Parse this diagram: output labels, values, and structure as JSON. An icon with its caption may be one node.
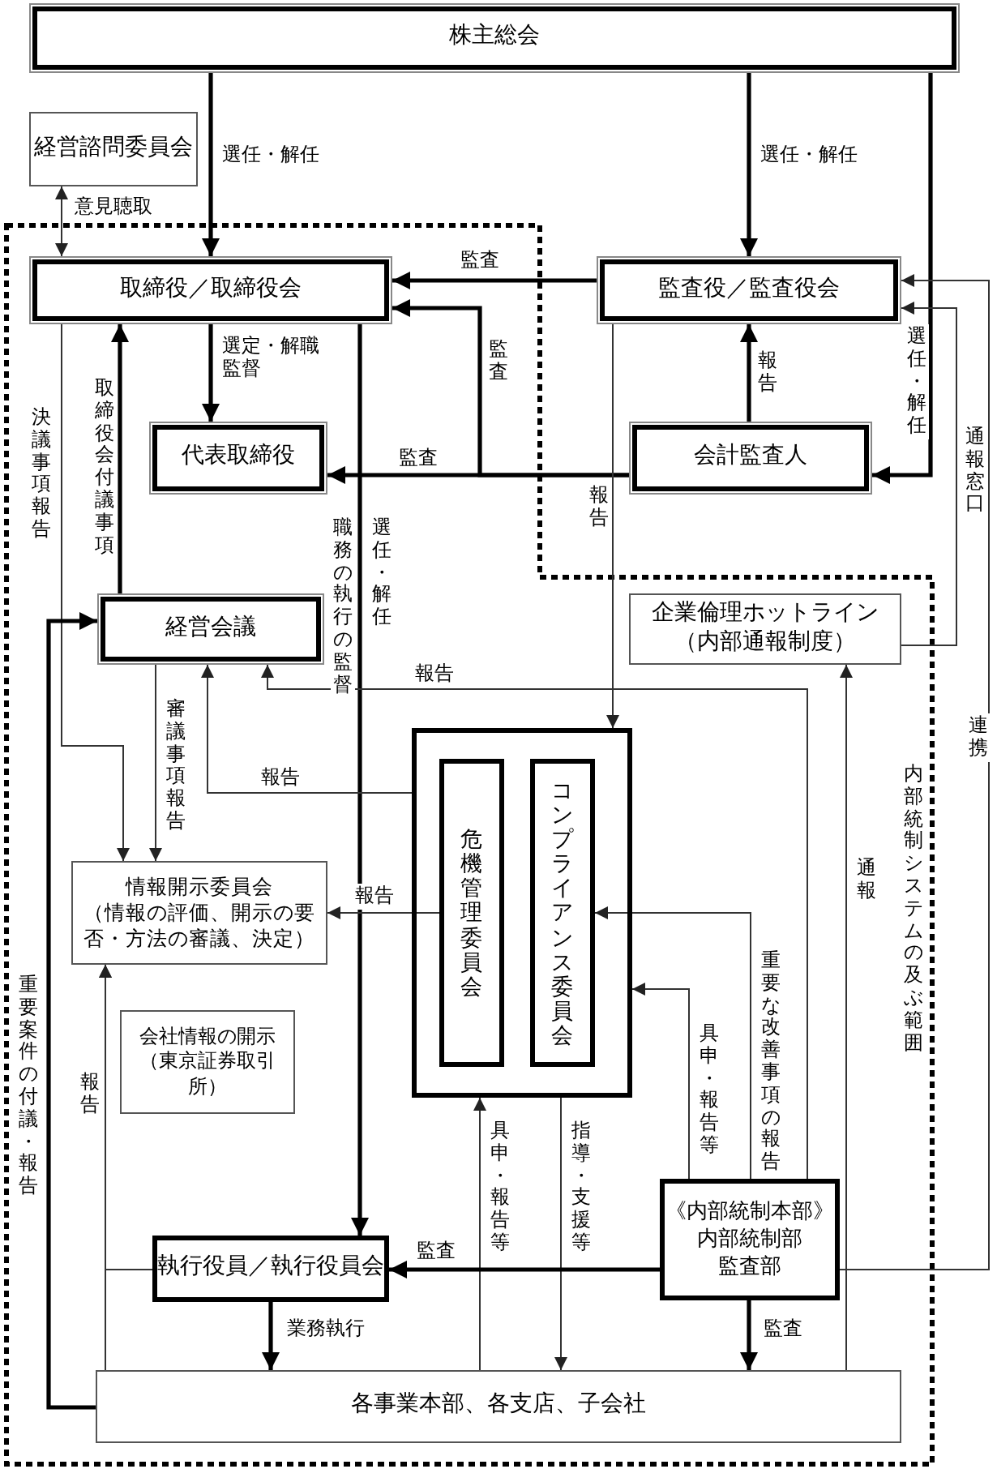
{
  "diagram": {
    "nodes": [
      {
        "text": [
          "株主総会"
        ]
      },
      {
        "text": [
          "経営諮問委員会"
        ]
      },
      {
        "text": [
          "取締役／取締役会"
        ]
      },
      {
        "text": [
          "監査役／監査役会"
        ]
      },
      {
        "text": [
          "代表取締役"
        ]
      },
      {
        "text": [
          "会計監査人"
        ]
      },
      {
        "text": [
          "企業倫理ホットライン",
          "（内部通報制度）"
        ]
      },
      {
        "text": [
          "経営会議"
        ]
      },
      {
        "text": [],
        "shape": "box"
      },
      {
        "text": [
          "危機管理委員会"
        ],
        "in": 8
      },
      {
        "text": [
          "コンプライアンス委員会"
        ],
        "in": 8
      },
      {
        "text": [
          "情報開示委員会",
          "（情報の評価、開示の要否・方法の審議、決定）"
        ]
      },
      {
        "text": [
          "会社情報の開示",
          "（東京証券取引所）"
        ]
      },
      {
        "text": [
          "執行役員／執行役員会"
        ]
      },
      {
        "text": [
          "《内部統制本部》",
          "内部統制部",
          "監査部"
        ]
      },
      {
        "text": [
          "各事業本部、各支店、子会社"
        ]
      }
    ],
    "edges": [
      {
        "from": 0,
        "to": 2,
        "arrow": "to",
        "label": "選任・解任",
        "style": "thick"
      },
      {
        "from": 0,
        "to": 3,
        "arrow": "to",
        "label": "選任・解任",
        "style": "thick"
      },
      {
        "from": 0,
        "to": 5,
        "arrow": "to",
        "label": "選任・解任",
        "style": "thick"
      },
      {
        "from": 1,
        "to": 2,
        "arrow": "both",
        "label": "意見聴取"
      },
      {
        "from": 3,
        "to": 2,
        "arrow": "to",
        "label": "監査",
        "style": "thick"
      },
      {
        "from": 5,
        "to": 4,
        "arrow": "to",
        "label": "監査",
        "style": "thick"
      },
      {
        "from": 5,
        "to": 2,
        "arrow": "to",
        "label": "監査",
        "style": "thick"
      },
      {
        "from": 5,
        "to": 3,
        "arrow": "to",
        "label": "報告",
        "style": "thick"
      },
      {
        "from": 2,
        "to": 4,
        "arrow": "to",
        "label": "選定・解職監督",
        "style": "thick"
      },
      {
        "from": 7,
        "to": 2,
        "arrow": "to",
        "label": "取締役会付議事項",
        "style": "thick"
      },
      {
        "from": 2,
        "to": 13,
        "arrow": "to",
        "label": "選任・解任",
        "style": "thick"
      },
      {
        "from": 2,
        "to": 11,
        "arrow": "to",
        "label": "決議事項報告"
      },
      {
        "from": 7,
        "to": 11,
        "arrow": "to",
        "label": "審議事項報告"
      },
      {
        "from": 3,
        "to": 8,
        "arrow": "to",
        "label": "報告"
      },
      {
        "from": 8,
        "to": 7,
        "arrow": "to",
        "label": "報告"
      },
      {
        "from": 14,
        "to": 7,
        "arrow": "to",
        "label": "報告"
      },
      {
        "from": 9,
        "to": 11,
        "arrow": "to",
        "label": "報告"
      },
      {
        "from": 14,
        "to": 10,
        "arrow": "to",
        "label": "重要な改善事項の報告"
      },
      {
        "from": 14,
        "to": 8,
        "arrow": "to",
        "label": "具申・報告等"
      },
      {
        "from": 15,
        "to": 8,
        "arrow": "to",
        "label": "具申・報告等"
      },
      {
        "from": 8,
        "to": 15,
        "arrow": "to",
        "label": "指導・支援等"
      },
      {
        "from": 14,
        "to": 13,
        "arrow": "to",
        "label": "監査",
        "style": "thick"
      },
      {
        "from": 14,
        "to": 15,
        "arrow": "to",
        "label": "監査",
        "style": "thick"
      },
      {
        "from": 13,
        "to": 15,
        "arrow": "to",
        "label": "業務執行",
        "style": "thick"
      },
      {
        "from": 15,
        "to": 7,
        "arrow": "to",
        "label": "重要案件の付議・報告",
        "style": "thick"
      },
      {
        "from": 15,
        "to": 11,
        "arrow": "to",
        "label": "報告"
      },
      {
        "from": 13,
        "to": 11,
        "arrow": "to"
      },
      {
        "from": 15,
        "to": 6,
        "arrow": "to",
        "label": "通報"
      },
      {
        "from": 6,
        "to": 3,
        "arrow": "to",
        "label": "通報窓口"
      },
      {
        "from": 14,
        "to": 3,
        "arrow": "to",
        "label": "連携"
      }
    ],
    "labels": [
      "職務の執行の監督",
      "内部統制システムの及ぶ範囲"
    ]
  }
}
